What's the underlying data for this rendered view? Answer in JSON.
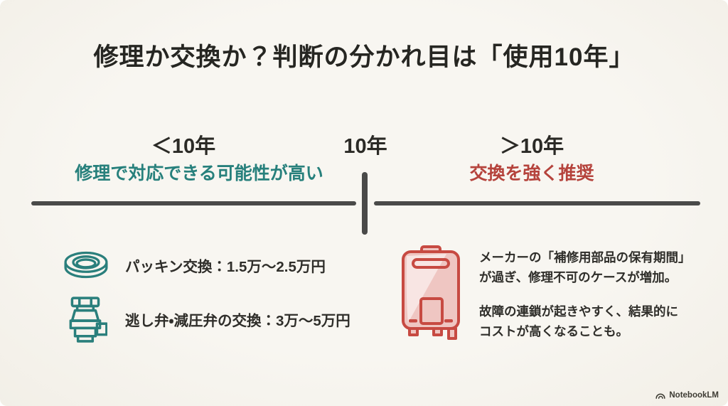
{
  "palette": {
    "background": "#f7f5ef",
    "teal_accent": "#27807c",
    "red_accent": "#b5433c",
    "heater_red": "#c74a42",
    "heater_fill": "#efc6c2",
    "line_gray": "#4a4a49"
  },
  "title": "修理か交換か？判断の分かれ目は「使用10年」",
  "timeline": {
    "left_label": "＜10年",
    "center_label": "10年",
    "right_label": "＞10年",
    "left_sublabel": "修理で対応できる可能性が高い",
    "right_sublabel": "交換を強く推奨"
  },
  "repair_costs": {
    "items": [
      {
        "icon": "gasket-ring-icon",
        "label": "パッキン交換：1.5万〜2.5万円"
      },
      {
        "icon": "relief-valve-icon",
        "label": "逃し弁・減圧弁の交換：3万〜5万円"
      }
    ]
  },
  "replacement_note": {
    "icon": "water-heater-icon",
    "paragraph1": "メーカーの「補修用部品の保有期間」\nが過ぎ、修理不可のケースが増加。",
    "paragraph2": "故障の連鎖が起きやすく、結果的に\nコストが高くなることも。"
  },
  "footer": {
    "icon": "notebooklm-logo-icon",
    "brand": "NotebookLM"
  }
}
